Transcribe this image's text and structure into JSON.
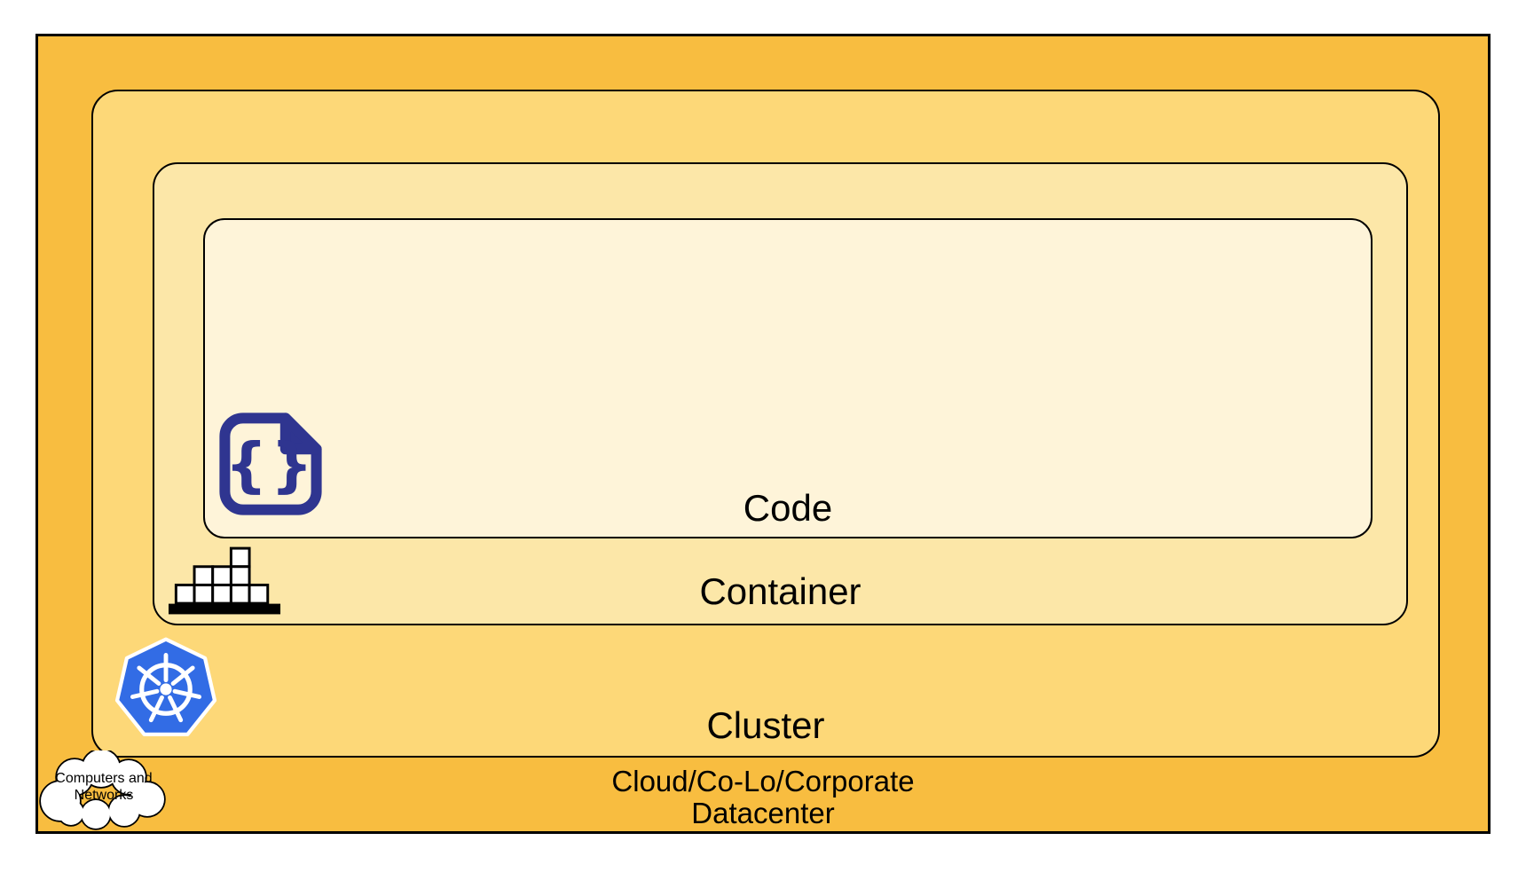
{
  "diagram": {
    "code": {
      "label": "Code",
      "fill": "#FEF4D9"
    },
    "container": {
      "label": "Container",
      "fill": "#FCE7A8"
    },
    "cluster": {
      "label": "Cluster",
      "fill": "#FDD878"
    },
    "datacenter": {
      "label_line1": "Cloud/Co-Lo/Corporate",
      "label_line2": "Datacenter",
      "fill": "#F8BD40"
    },
    "cloud": {
      "label_line1": "Computers and",
      "label_line2": "Networks",
      "fill": "#FFFFFF"
    },
    "icons": {
      "code_file": {
        "name": "code-file-icon",
        "color": "#2F3590",
        "glyph": "{}"
      },
      "container_stack": {
        "name": "container-stack-icon",
        "color": "#000000",
        "box_fill": "#FFFFFF"
      },
      "kubernetes": {
        "name": "kubernetes-icon",
        "color": "#326CE5",
        "wheel_color": "#FFFFFF"
      }
    },
    "border_color": "#000000",
    "text_color": "#000000"
  }
}
